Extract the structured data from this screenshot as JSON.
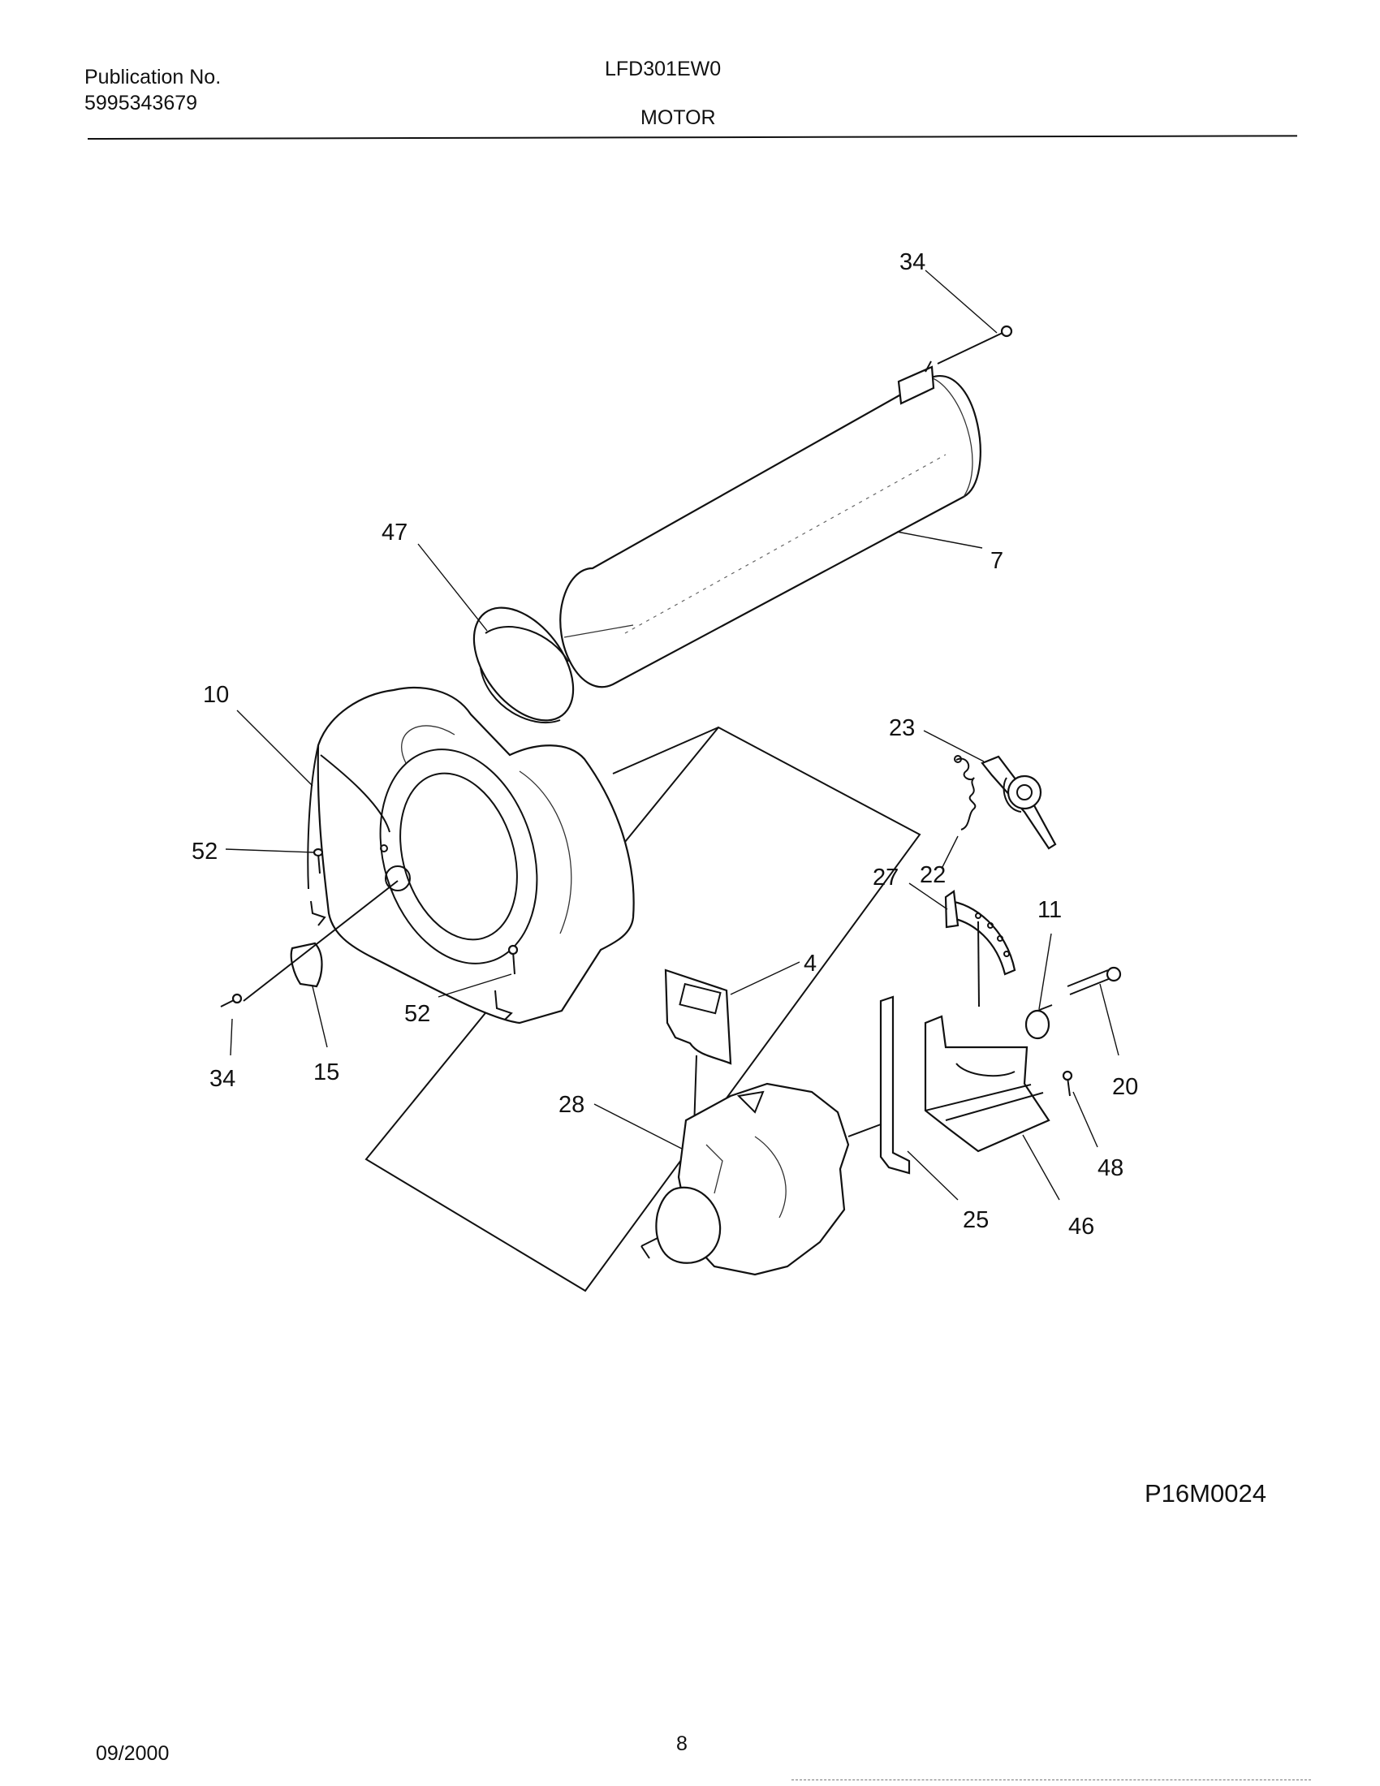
{
  "header": {
    "publication_label": "Publication No.",
    "publication_number": "5995343679",
    "model": "LFD301EW0",
    "section": "MOTOR"
  },
  "diagram": {
    "code": "P16M0024",
    "callouts": {
      "drum_screw_top": "34",
      "air_duct": "7",
      "duct_seal": "47",
      "blower_housing": "10",
      "housing_screw_left": "52",
      "housing_screw_bottom": "52",
      "cover_screw": "34",
      "cover": "15",
      "idler_pulley": "23",
      "spring": "22",
      "idler_arm": "27",
      "idler_bracket_label": "11",
      "bolt": "20",
      "insulator": "4",
      "motor": "28",
      "screw_right": "48",
      "clamp": "25",
      "motor_mount": "46"
    }
  },
  "footer": {
    "date": "09/2000",
    "page": "8"
  }
}
